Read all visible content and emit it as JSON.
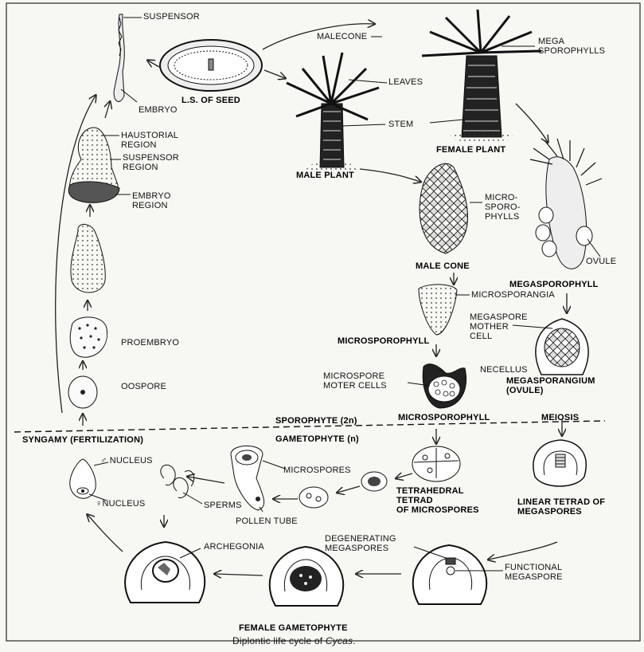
{
  "labels": {
    "suspensor": "SUSPENSOR",
    "embryo": "EMBRYO",
    "haustorial_region": "HAUSTORIAL\nREGION",
    "suspensor_region": "SUSPENSOR\nREGION",
    "embryo_region": "EMBRYO\nREGION",
    "proembryo": "PROEMBRYO",
    "oospore": "OOSPORE",
    "syngamy": "SYNGAMY (FERTILIZATION)",
    "ls_of_seed": "L.S. OF SEED",
    "malecone_top": "MALECONE",
    "mega_sporophylls": "MEGA\nSPOROPHYLLS",
    "leaves": "LEAVES",
    "stem": "STEM",
    "male_plant": "MALE PLANT",
    "female_plant": "FEMALE PLANT",
    "micro_sporophylls": "MICRO-\nSPORO-\nPHYLLS",
    "male_cone": "MALE CONE",
    "ovule": "OVULE",
    "megasporophyll": "MEGASPOROPHYLL",
    "microsporangia": "MICROSPORANGIA",
    "megaspore_mother_cell": "MEGASPORE\nMOTHER\nCELL",
    "microsporophyll_1": "MICROSPOROPHYLL",
    "microspore_moter_cells": "MICROSPORE\nMOTER CELLS",
    "necellus": "NECELLUS",
    "megasporangium": "MEGASPORANGIUM\n(OVULE)",
    "sporophyte": "SPOROPHYTE (2n)",
    "microsporophyll_2": "MICROSPOROPHYLL",
    "meiosis": "MEIOSIS",
    "gametophyte": "GAMETOPHYTE (n)",
    "nucleus_male": "♂ NUCLEUS",
    "nucleus_female": "♀NUCLEUS",
    "microspores": "MICROSPORES",
    "sperms": "SPERMS",
    "pollen_tube": "POLLEN TUBE",
    "tetrahedral_tetrad": "TETRAHEDRAL\nTETRAD\nOF MICROSPORES",
    "linear_tetrad": "LINEAR TETRAD OF\nMEGASPORES",
    "archegonia": "ARCHEGONIA",
    "degenerating_megaspores": "DEGENERATING\nMEGASPORES",
    "functional_megaspore": "FUNCTIONAL\nMEGASPORE",
    "female_gametophyte": "FEMALE GAMETOPHYTE"
  },
  "caption": {
    "prefix": "Diplontic life cycle of ",
    "genus": "Cycas",
    "suffix": "."
  }
}
